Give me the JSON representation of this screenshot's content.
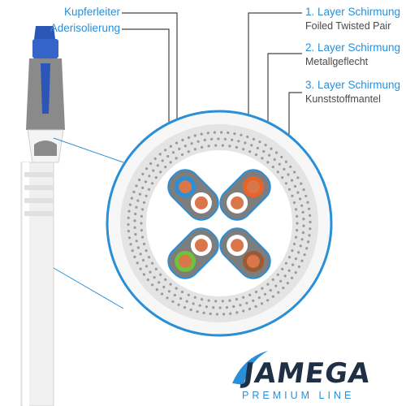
{
  "labels": {
    "copper_conductor": "Kupferleiter",
    "wire_insulation": "Aderisolierung",
    "layer1_title": "1. Layer Schirmung",
    "layer1_sub": "Foiled Twisted Pair",
    "layer2_title": "2. Layer Schirmung",
    "layer2_sub": "Metallgeflecht",
    "layer3_title": "3. Layer Schirmung",
    "layer3_sub": "Kunststoffmantel"
  },
  "brand": {
    "name": "JAMEGA",
    "tagline": "PREMIUM LINE"
  },
  "colors": {
    "accent_blue": "#2a8fd6",
    "connector_blue": "#2b56b8",
    "cable_white": "#f2f2f2",
    "foil_grey": "#7d7d7d",
    "copper": "#d9774a",
    "orange_insulation": "#e8632a",
    "brown_insulation": "#9a5a33",
    "green_insulation": "#6fc23a",
    "logo_navy": "#1f2f45"
  }
}
